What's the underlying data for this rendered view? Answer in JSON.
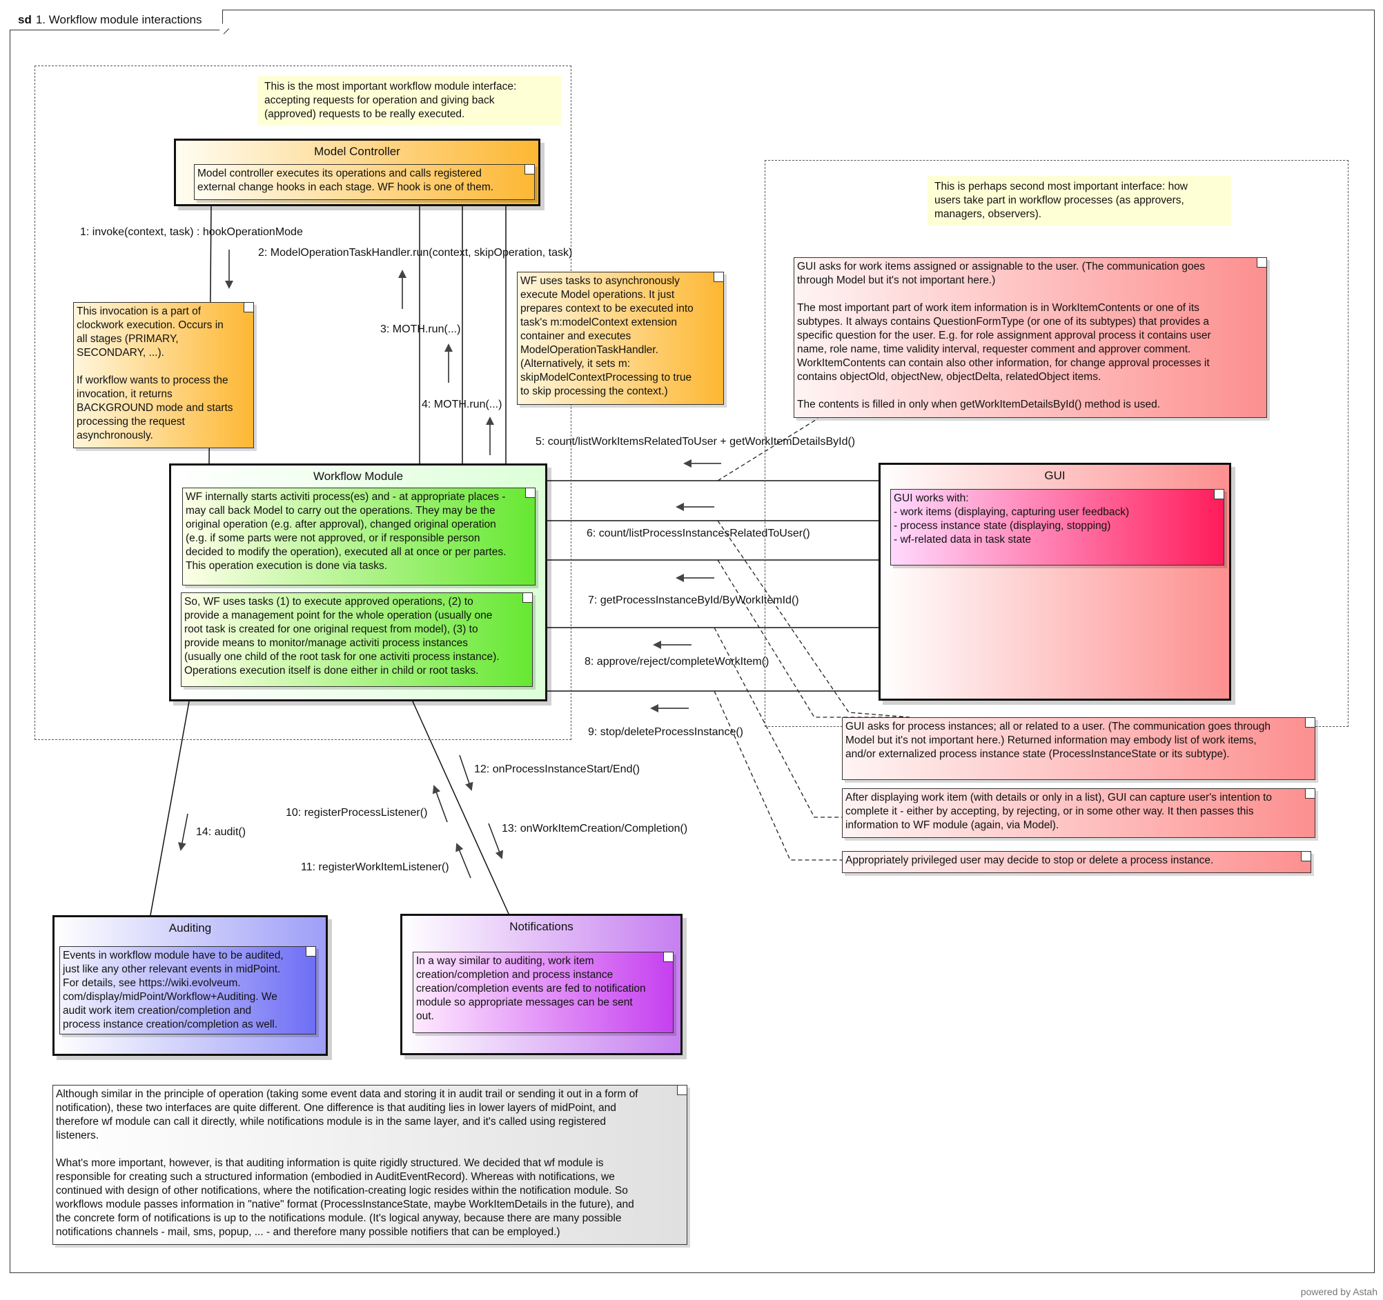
{
  "frame": {
    "keyword": "sd",
    "title": "1. Workflow module interactions"
  },
  "components": {
    "model_controller": "Model Controller",
    "workflow_module": "Workflow Module",
    "gui": "GUI",
    "auditing": "Auditing",
    "notifications": "Notifications"
  },
  "notes": {
    "model_interface": "This is the most important workflow module interface:\naccepting requests for operation and giving back\n(approved) requests to be really executed.",
    "model_controller_hooks": "Model controller executes its operations and calls registered\nexternal change hooks in each stage. WF hook is one of them.",
    "invocation": "This invocation is a part of\nclockwork execution. Occurs in\nall stages (PRIMARY,\nSECONDARY, ...).\n\nIf workflow wants to process the\ninvocation, it returns\nBACKGROUND mode and starts\nprocessing the request\nasynchronously.",
    "wf_tasks": "WF uses tasks to asynchronously\nexecute Model operations. It just\nprepares context to be executed into\ntask's m:modelContext extension\ncontainer and executes\nModelOperationTaskHandler.\n(Alternatively, it sets m:\nskipModelContextProcessing to true\nto skip processing the context.)",
    "wf_internal": "WF internally starts activiti process(es) and - at appropriate places -\nmay call back Model to carry out the operations. They may be the\noriginal operation (e.g. after approval), changed original operation\n(e.g. if some parts were not approved, or if responsible person\ndecided to modify the operation), executed all at once or per partes.\nThis operation execution is done via tasks.",
    "wf_tasks_usage": "So, WF uses tasks (1) to execute approved operations, (2) to\nprovide a management point for the whole operation (usually one\nroot task is created for one original request from model), (3) to\nprovide means to monitor/manage activiti process instances\n(usually one child of the root task for one activiti process instance).\nOperations execution itself is done either in child or root tasks.",
    "gui_interface": "This is perhaps second most important interface: how\nusers take part in workflow processes (as approvers,\nmanagers, observers).",
    "gui_work_items": "GUI asks for work items assigned or assignable to the user. (The communication goes\nthrough Model but it's not important here.)\n\nThe most important part of work item information is in WorkItemContents or one of its\nsubtypes. It always contains QuestionFormType (or one of its subtypes) that provides a\nspecific question for the user. E.g. for role assignment approval process it contains user\nname, role name, time validity interval, requester comment and approver comment.\nWorkItemContents can contain also other information, for change approval processes it\ncontains objectOld, objectNew, objectDelta, relatedObject items.\n\nThe contents is filled in only when getWorkItemDetailsById() method is used.",
    "gui_works_with": "GUI works with:\n- work items (displaying, capturing user feedback)\n- process instance state (displaying, stopping)\n- wf-related data in task state",
    "gui_process_instances": "GUI asks for process instances; all or related to a user. (The communication goes through\nModel but it's not important here.) Returned information may embody list of work items,\nand/or externalized process instance state (ProcessInstanceState or its subtype).",
    "gui_complete": "After displaying work item (with details or only in a list), GUI can capture user's intention to\ncomplete it - either by accepting, by rejecting, or in some other way. It then passes this\ninformation to WF module (again, via Model).",
    "gui_stop": "Appropriately privileged user may decide to stop or delete a process instance.",
    "auditing": "Events in workflow module have to be audited,\njust like any other relevant events in midPoint.\nFor details, see https://wiki.evolveum.\ncom/display/midPoint/Workflow+Auditing. We\naudit work item creation/completion and\nprocess instance creation/completion as well.",
    "notifications": "In a way similar to auditing, work item\ncreation/completion and process instance\ncreation/completion events are fed to notification\nmodule so appropriate messages can be sent\nout.",
    "comparison": "Although similar in the principle of operation (taking some event data and storing it in audit trail or sending it out in a form of\nnotification), these two interfaces are quite different. One difference is that auditing lies in lower layers of midPoint, and\ntherefore wf module can call it directly, while notifications module is in the same layer, and it's called using registered\nlisteners.\n\nWhat's more important, however, is that auditing information is quite rigidly structured. We decided that wf module is\nresponsible for creating such a structured information (embodied in AuditEventRecord). Whereas with notifications, we\ncontinued with design of other notifications, where the notification-creating logic resides within the notification module. So\nworkflows module passes information in \"native\" format (ProcessInstanceState, maybe WorkItemDetails in the future), and\nthe concrete form of notifications is up to the notifications module. (It's logical anyway, because there are many possible\nnotifications channels - mail, sms, popup, ... - and therefore many possible notifiers that can be employed.)"
  },
  "messages": {
    "m1": "1: invoke(context, task) : hookOperationMode",
    "m2": "2: ModelOperationTaskHandler.run(context, skipOperation, task)",
    "m3": "3: MOTH.run(...)",
    "m4": "4: MOTH.run(...)",
    "m5": "5: count/listWorkItemsRelatedToUser + getWorkItemDetailsById()",
    "m6": "6: count/listProcessInstancesRelatedToUser()",
    "m7": "7: getProcessInstanceById/ByWorkItemId()",
    "m8": "8: approve/reject/completeWorkItem()",
    "m9": "9: stop/deleteProcessInstance()",
    "m10": "10: registerProcessListener()",
    "m11": "11: registerWorkItemListener()",
    "m12": "12: onProcessInstanceStart/End()",
    "m13": "13: onWorkItemCreation/Completion()",
    "m14": "14: audit()"
  },
  "colors": {
    "orange": "#fdb733",
    "green": "#66e832",
    "red": "#fd8f8f",
    "pink": "#ff1c5a",
    "blue": "#6e6ef5",
    "purple": "#c640f0",
    "yellow_note": "#ffffd6",
    "gray_note": "#e5e5e5"
  },
  "watermark": "powered by Astah"
}
